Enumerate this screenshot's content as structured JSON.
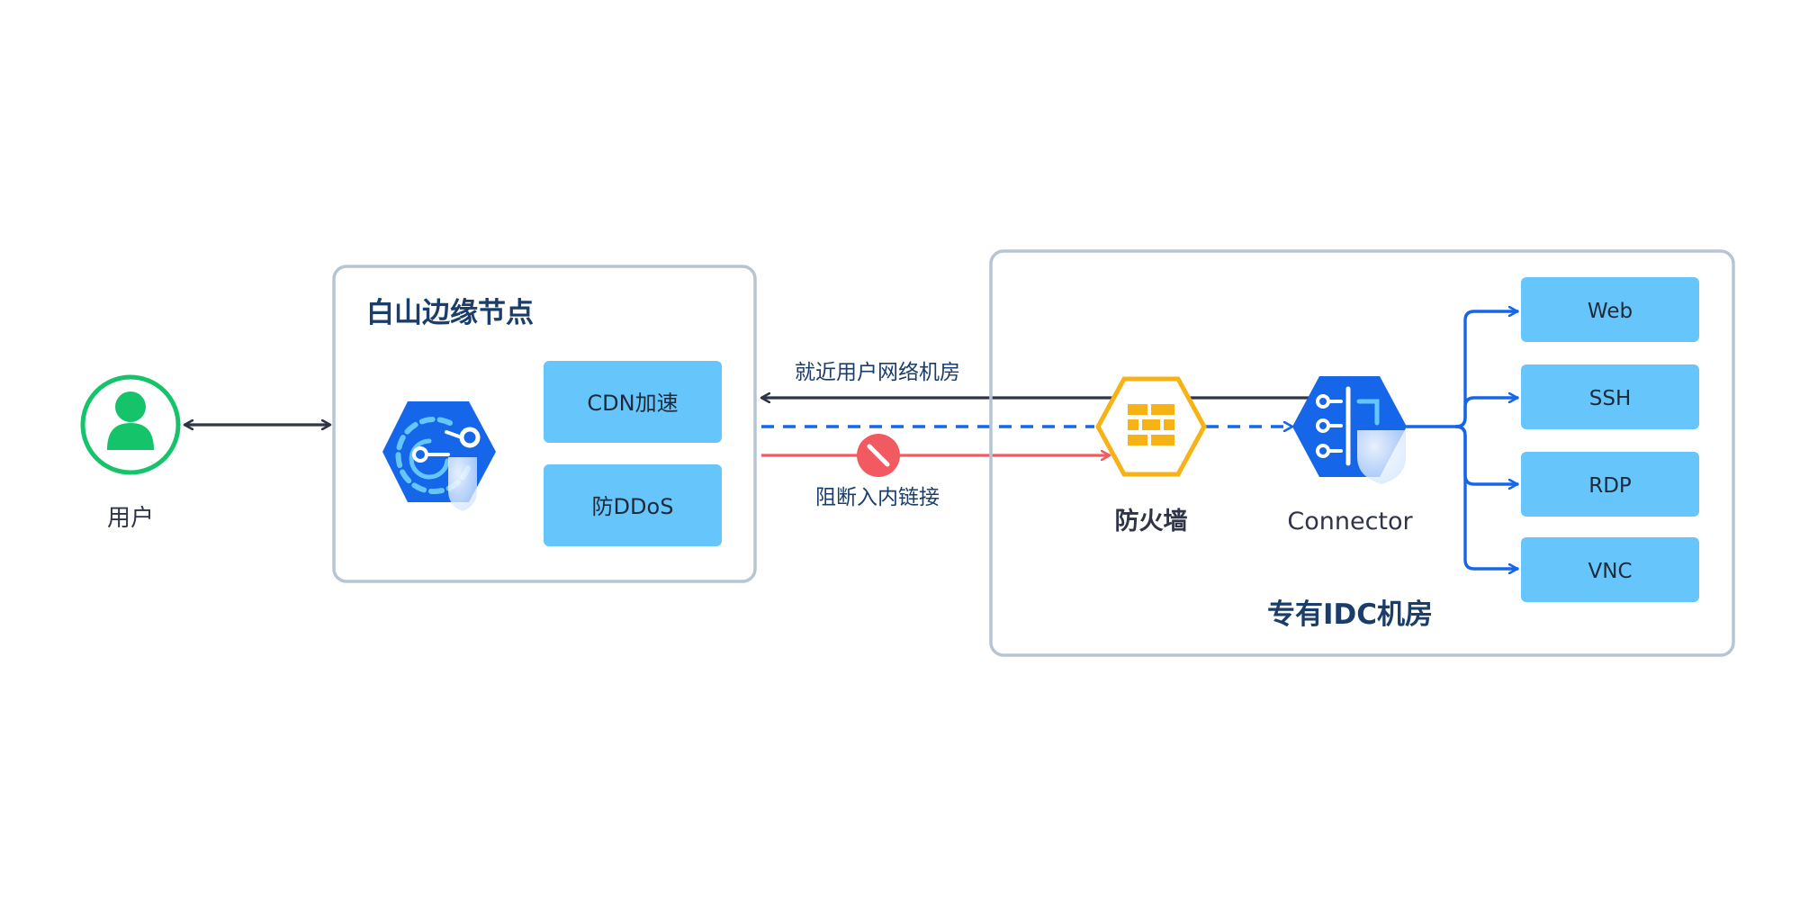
{
  "user": {
    "label": "用户"
  },
  "edge_node": {
    "title": "白山边缘节点",
    "services": [
      "CDN加速",
      "防DDoS"
    ]
  },
  "links": {
    "nearest_label": "就近用户网络机房",
    "block_label": "阻断入内链接"
  },
  "idc": {
    "title": "专有IDC机房",
    "firewall_label": "防火墙",
    "connector_label": "Connector",
    "targets": [
      "Web",
      "SSH",
      "RDP",
      "VNC"
    ]
  },
  "colors": {
    "user_green": "#14c36a",
    "dark_line": "#2f3447",
    "blue": "#1566e8",
    "red": "#f25a62",
    "light_blue_box": "#66c6fb",
    "container_border": "#b6c5d3",
    "firewall_yellow": "#f7b216",
    "title_navy": "#1a3d6b"
  },
  "icons": {
    "user": "user-icon",
    "edge": "edge-node-icon",
    "firewall": "firewall-icon",
    "connector": "connector-icon",
    "block": "block-icon"
  }
}
